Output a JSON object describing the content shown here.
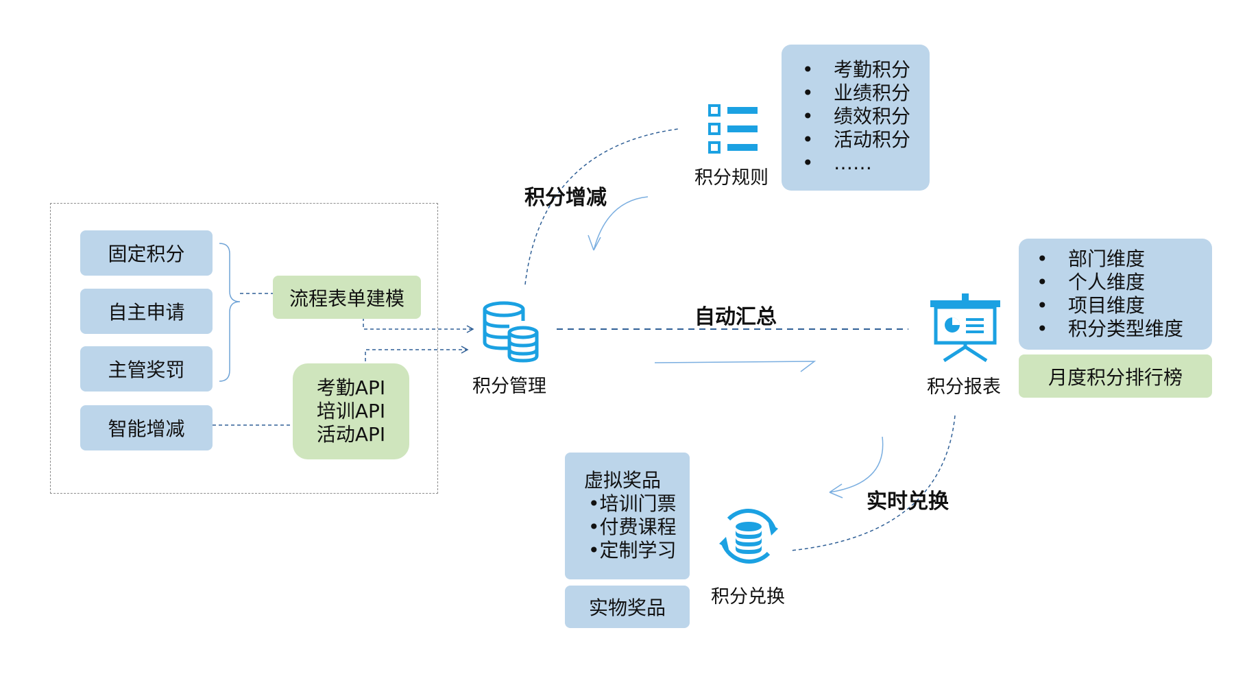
{
  "left_group": {
    "sources": [
      {
        "label": "固定积分"
      },
      {
        "label": "自主申请"
      },
      {
        "label": "主管奖罚"
      },
      {
        "label": "智能增减"
      }
    ],
    "process_modeling": "流程表单建模",
    "apis": [
      "考勤API",
      "培训API",
      "活动API"
    ]
  },
  "center": {
    "points_management": "积分管理",
    "points_change": "积分增减",
    "auto_summary": "自动汇总",
    "realtime_exchange": "实时兑换"
  },
  "rules": {
    "label": "积分规则",
    "items": [
      "考勤积分",
      "业绩积分",
      "绩效积分",
      "活动积分",
      "……"
    ],
    "bullet": "•"
  },
  "report": {
    "label": "积分报表",
    "dimensions": [
      "部门维度",
      "个人维度",
      "项目维度",
      "积分类型维度"
    ],
    "leaderboard": "月度积分排行榜"
  },
  "exchange": {
    "label": "积分兑换",
    "virtual_title": "虚拟奖品",
    "virtual_items": [
      "•培训门票",
      "•付费课程",
      "•定制学习"
    ],
    "physical": "实物奖品"
  },
  "colors": {
    "box_blue": "#bcd5ea",
    "box_green": "#cfe5bd",
    "icon_blue": "#1ba1e2",
    "dash_line": "#2f5f96",
    "arrow_light": "#7aaee0"
  },
  "icons": [
    "database-icon",
    "list-icon",
    "presentation-board-icon",
    "exchange-cycle-icon"
  ]
}
